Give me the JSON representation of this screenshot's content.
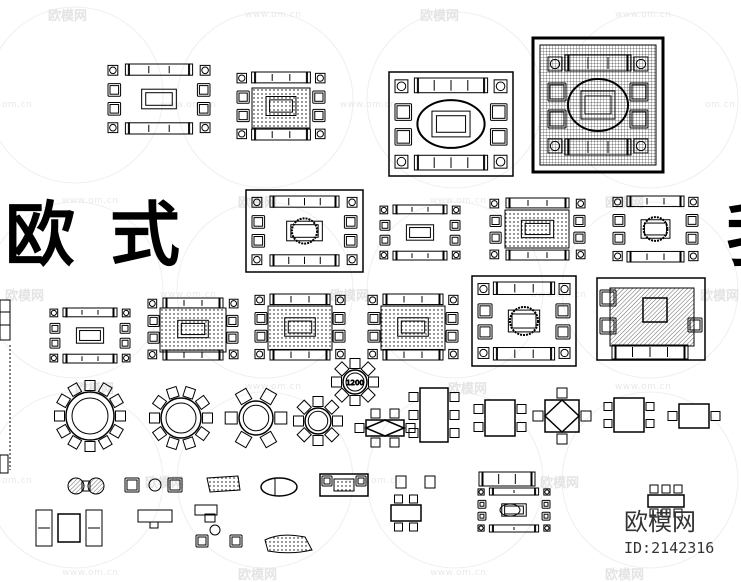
{
  "title": {
    "char1": "欧",
    "char2": "式",
    "char3_partial": "我"
  },
  "watermarks": {
    "site": "www.om.cn",
    "site_short": "om.cn",
    "logo": "欧模网"
  },
  "brand": {
    "name": "欧模网",
    "id": "ID:2142316"
  },
  "table_label": "1200",
  "colors": {
    "ink": "#000000",
    "watermark": "#e6e6e6",
    "brand": "#333333"
  }
}
